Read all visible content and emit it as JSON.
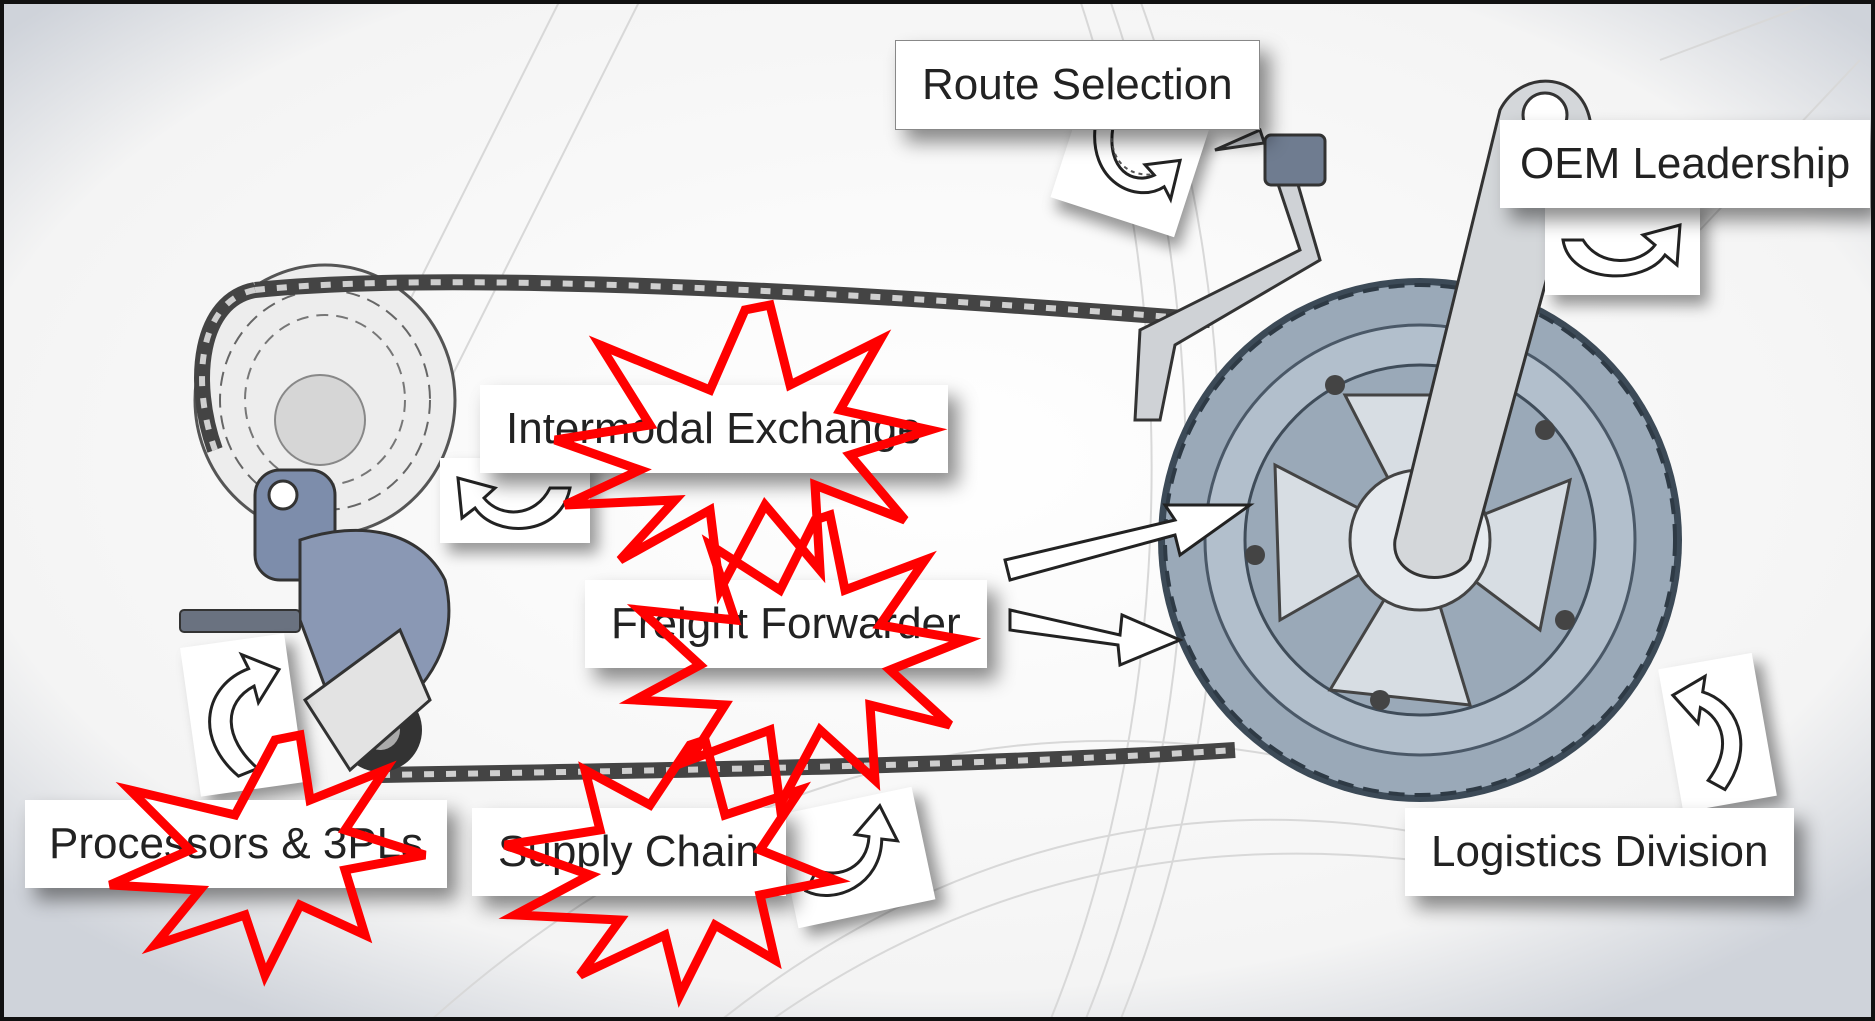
{
  "labels": {
    "route_selection": "Route Selection",
    "oem_leadership": "OEM Leadership",
    "intermodal_exchange": "Intermodal Exchange",
    "freight_forwarder": "Freight Forwarder",
    "processors_3pls": "Processors & 3PLs",
    "supply_chain": "Supply Chain",
    "logistics_division": "Logistics Division"
  },
  "colors": {
    "burst_red": "#ff0000",
    "drivetrain_blue": "#9aa9b8",
    "derailleur_blue": "#7d8dab",
    "chain_dark": "#4a4a4a"
  },
  "icons": [
    "curved-arrow-icon",
    "starburst-icon",
    "bicycle-chainring",
    "bicycle-cassette",
    "rear-derailleur",
    "front-derailleur",
    "crank-arm",
    "bicycle-chain",
    "straight-arrow-icon"
  ]
}
